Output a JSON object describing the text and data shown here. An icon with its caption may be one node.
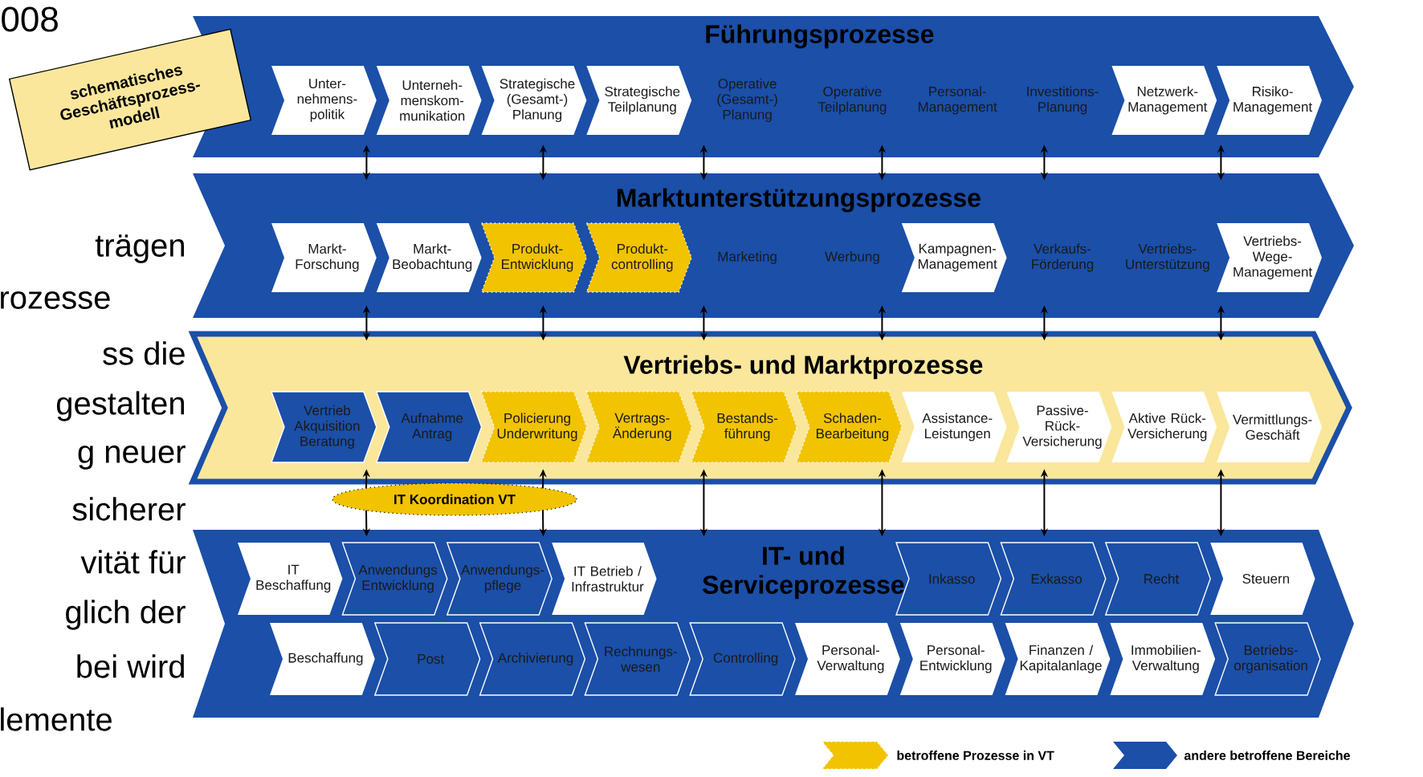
{
  "diagram": {
    "nodes": [
      {
        "text": [
          "schematisches Geschäftsprozess- modell"
        ]
      },
      {
        "text": [
          "Führungsprozesse"
        ]
      },
      {
        "text": [
          "Unter- nehmens- politik"
        ],
        "in": 1
      },
      {
        "text": [
          "Unterneh- menskom- munikation"
        ],
        "in": 1
      },
      {
        "text": [
          "Strategische (Gesamt-) Planung"
        ],
        "in": 1
      },
      {
        "text": [
          "Strategische Teilplanung"
        ],
        "in": 1
      },
      {
        "text": [
          "Operative (Gesamt-) Planung"
        ],
        "in": 1
      },
      {
        "text": [
          "Operative Teilplanung"
        ],
        "in": 1
      },
      {
        "text": [
          "Personal- Management"
        ],
        "in": 1
      },
      {
        "text": [
          "Investitions- Planung"
        ],
        "in": 1
      },
      {
        "text": [
          "Netzwerk- Management"
        ],
        "in": 1
      },
      {
        "text": [
          "Risiko- Management"
        ],
        "in": 1
      },
      {
        "text": [
          "Marktunterstützungsprozesse"
        ]
      },
      {
        "text": [
          "Markt- Forschung"
        ],
        "in": 12
      },
      {
        "text": [
          "Markt- Beobachtung"
        ],
        "in": 12
      },
      {
        "text": [
          "Produkt- Entwicklung"
        ],
        "in": 12
      },
      {
        "text": [
          "Produkt- controlling"
        ],
        "in": 12
      },
      {
        "text": [
          "Marketing"
        ],
        "in": 12
      },
      {
        "text": [
          "Werbung"
        ],
        "in": 12
      },
      {
        "text": [
          "Kampagnen- Management"
        ],
        "in": 12
      },
      {
        "text": [
          "Verkaufs- Förderung"
        ],
        "in": 12
      },
      {
        "text": [
          "Vertriebs- Unterstützung"
        ],
        "in": 12
      },
      {
        "text": [
          "Vertriebs- Wege- Management"
        ],
        "in": 12
      },
      {
        "text": [
          "Vertriebs- und Marktprozesse"
        ]
      },
      {
        "text": [
          "Vertrieb Akquisition Beratung"
        ],
        "in": 23
      },
      {
        "text": [
          "Aufnahme Antrag"
        ],
        "in": 23
      },
      {
        "text": [
          "Policierung Underwritung"
        ],
        "in": 23
      },
      {
        "text": [
          "Vertrags- Änderung"
        ],
        "in": 23
      },
      {
        "text": [
          "Bestands- führung"
        ],
        "in": 23
      },
      {
        "text": [
          "Schaden- Bearbeitung"
        ],
        "in": 23
      },
      {
        "text": [
          "Assistance- Leistungen"
        ],
        "in": 23
      },
      {
        "text": [
          "Passive- Rück- Versicherung"
        ],
        "in": 23
      },
      {
        "text": [
          "Aktive Rück- Versicherung"
        ],
        "in": 23
      },
      {
        "text": [
          "Vermittlungs- Geschäft"
        ],
        "in": 23
      },
      {
        "text": [
          "IT Koordination VT"
        ]
      },
      {
        "text": [
          "IT- und Serviceprozesse"
        ]
      },
      {
        "text": [
          "IT Beschaffung"
        ],
        "in": 35
      },
      {
        "text": [
          "Anwendungs Entwicklung"
        ],
        "in": 35
      },
      {
        "text": [
          "Anwendungs- pflege"
        ],
        "in": 35
      },
      {
        "text": [
          "IT Betrieb / Infrastruktur"
        ],
        "in": 35
      },
      {
        "text": [
          "Inkasso"
        ],
        "in": 35
      },
      {
        "text": [
          "Exkasso"
        ],
        "in": 35
      },
      {
        "text": [
          "Recht"
        ],
        "in": 35
      },
      {
        "text": [
          "Steuern"
        ],
        "in": 35
      },
      {
        "text": [
          "Beschaffung"
        ],
        "in": 35
      },
      {
        "text": [
          "Post"
        ],
        "in": 35
      },
      {
        "text": [
          "Archivierung"
        ],
        "in": 35
      },
      {
        "text": [
          "Rechnungs- wesen"
        ],
        "in": 35
      },
      {
        "text": [
          "Controlling"
        ],
        "in": 35
      },
      {
        "text": [
          "Personal- Verwaltung"
        ],
        "in": 35
      },
      {
        "text": [
          "Personal- Entwicklung"
        ],
        "in": 35
      },
      {
        "text": [
          "Finanzen / Kapitalanlage"
        ],
        "in": 35
      },
      {
        "text": [
          "Immobilien- Verwaltung"
        ],
        "in": 35
      },
      {
        "text": [
          "Betriebs- organisation"
        ],
        "in": 35
      }
    ],
    "edges": [
      {
        "from": 1,
        "to": 12,
        "arrow": "both"
      },
      {
        "from": 1,
        "to": 12,
        "arrow": "both"
      },
      {
        "from": 1,
        "to": 12,
        "arrow": "both"
      },
      {
        "from": 1,
        "to": 12,
        "arrow": "both"
      },
      {
        "from": 1,
        "to": 12,
        "arrow": "both"
      },
      {
        "from": 1,
        "to": 12,
        "arrow": "both"
      },
      {
        "from": 12,
        "to": 23,
        "arrow": "both"
      },
      {
        "from": 12,
        "to": 23,
        "arrow": "both"
      },
      {
        "from": 12,
        "to": 23,
        "arrow": "both"
      },
      {
        "from": 12,
        "to": 23,
        "arrow": "both"
      },
      {
        "from": 12,
        "to": 23,
        "arrow": "both"
      },
      {
        "from": 12,
        "to": 23,
        "arrow": "both"
      },
      {
        "from": 34,
        "to": 23,
        "arrow": "to"
      },
      {
        "from": 34,
        "to": 35,
        "arrow": "to"
      },
      {
        "from": 34,
        "to": 23,
        "arrow": "to"
      },
      {
        "from": 34,
        "to": 35,
        "arrow": "to"
      },
      {
        "from": 23,
        "to": 35,
        "arrow": "both"
      },
      {
        "from": 23,
        "to": 35,
        "arrow": "both"
      },
      {
        "from": 23,
        "to": 35,
        "arrow": "both"
      },
      {
        "from": 23,
        "to": 35,
        "arrow": "both"
      }
    ],
    "labels": [
      "008",
      "trägen",
      "rozesse",
      "ss die",
      "gestalten",
      "g neuer",
      "sicherer",
      "vität für",
      "glich der",
      "bei wird",
      "lemente"
    ],
    "legend": [
      {
        "text": "betroffene Prozesse in VT",
        "color": "#f2c300"
      },
      {
        "text": "andere betroffene Bereiche",
        "color": "#1b4fa8"
      }
    ]
  }
}
